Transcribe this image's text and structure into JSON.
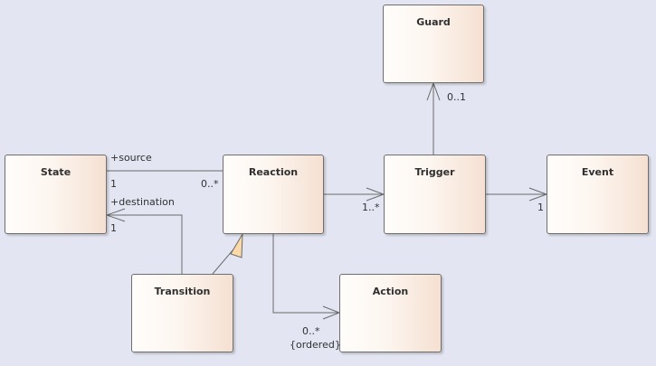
{
  "diagram": {
    "type": "UML class diagram",
    "classes": [
      {
        "id": "guard",
        "name": "Guard"
      },
      {
        "id": "state",
        "name": "State"
      },
      {
        "id": "reaction",
        "name": "Reaction"
      },
      {
        "id": "trigger",
        "name": "Trigger"
      },
      {
        "id": "event",
        "name": "Event"
      },
      {
        "id": "transition",
        "name": "Transition"
      },
      {
        "id": "action",
        "name": "Action"
      }
    ],
    "relations": [
      {
        "from": "state",
        "to": "reaction",
        "kind": "association",
        "source_role": "+source",
        "source_mult": "1",
        "target_mult": "0..*"
      },
      {
        "from": "transition",
        "to": "state",
        "kind": "directed-association",
        "role": "+destination",
        "mult": "1"
      },
      {
        "from": "transition",
        "to": "reaction",
        "kind": "generalization"
      },
      {
        "from": "reaction",
        "to": "trigger",
        "kind": "directed-association",
        "mult": "1..*"
      },
      {
        "from": "trigger",
        "to": "guard",
        "kind": "directed-association",
        "mult": "0..1"
      },
      {
        "from": "trigger",
        "to": "event",
        "kind": "directed-association",
        "mult": "1"
      },
      {
        "from": "reaction",
        "to": "action",
        "kind": "directed-association",
        "mult": "0..*",
        "constraint": "{ordered}"
      }
    ],
    "labels": {
      "source_role": "+source",
      "source_mult": "1",
      "reaction_mult": "0..*",
      "destination_role": "+destination",
      "destination_mult": "1",
      "trigger_mult": "1..*",
      "guard_mult": "0..1",
      "event_mult": "1",
      "action_mult": "0..*",
      "action_constraint": "{ordered}"
    }
  }
}
